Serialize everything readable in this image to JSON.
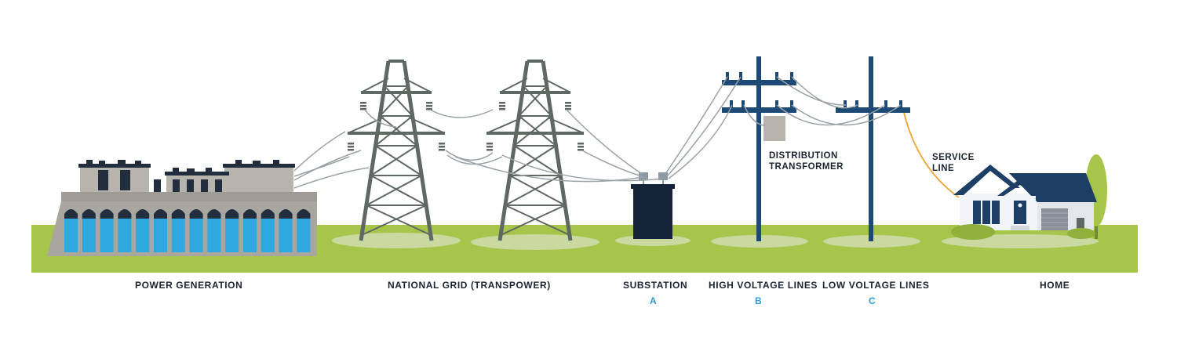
{
  "labels": {
    "power_generation": "POWER GENERATION",
    "national_grid": "NATIONAL GRID (TRANSPOWER)",
    "substation": "SUBSTATION",
    "high_voltage": "HIGH VOLTAGE LINES",
    "low_voltage": "LOW VOLTAGE LINES",
    "home": "HOME"
  },
  "sub_labels": {
    "substation": "A",
    "high_voltage": "B",
    "low_voltage": "C"
  },
  "annotations": {
    "distribution_transformer_line1": "DISTRIBUTION",
    "distribution_transformer_line2": "TRANSFORMER",
    "service_line_line1": "SERVICE",
    "service_line_line2": "LINE"
  },
  "colors": {
    "ground": "#a6c54a",
    "water": "#2ea8de",
    "tower": "#5f6863",
    "pole": "#1d4a75",
    "substation": "#16243a",
    "service_line": "#f2a33a",
    "house_roof": "#1d3f66",
    "label_text": "#1b2430",
    "sub_label_text": "#2b9bd6"
  }
}
